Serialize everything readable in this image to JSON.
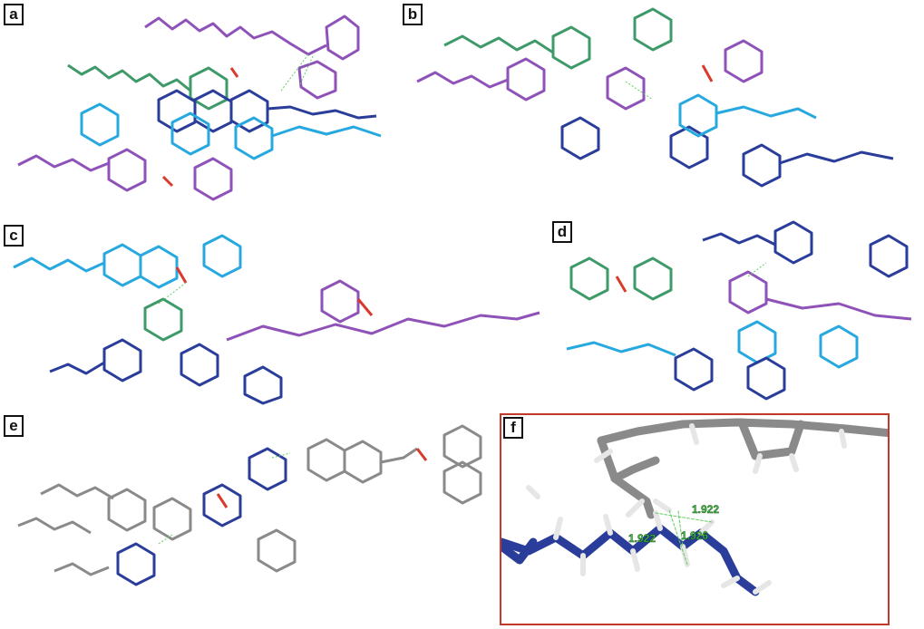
{
  "figure": {
    "panels": [
      {
        "id": "a",
        "label": "a"
      },
      {
        "id": "b",
        "label": "b"
      },
      {
        "id": "c",
        "label": "c"
      },
      {
        "id": "d",
        "label": "d"
      },
      {
        "id": "e",
        "label": "e"
      },
      {
        "id": "f",
        "label": "f"
      }
    ],
    "inset_distances": [
      "1.922",
      "1.922",
      "1.926"
    ],
    "colors": {
      "purple": "#8e52b8",
      "green": "#3f9a6a",
      "light_blue": "#27a9df",
      "dark_blue": "#2a3d9a",
      "grey": "#8a8a8a",
      "red_oxygen": "#d93a2b",
      "hbond": "#5fcf5f",
      "frame_border": "#c0392b"
    }
  }
}
